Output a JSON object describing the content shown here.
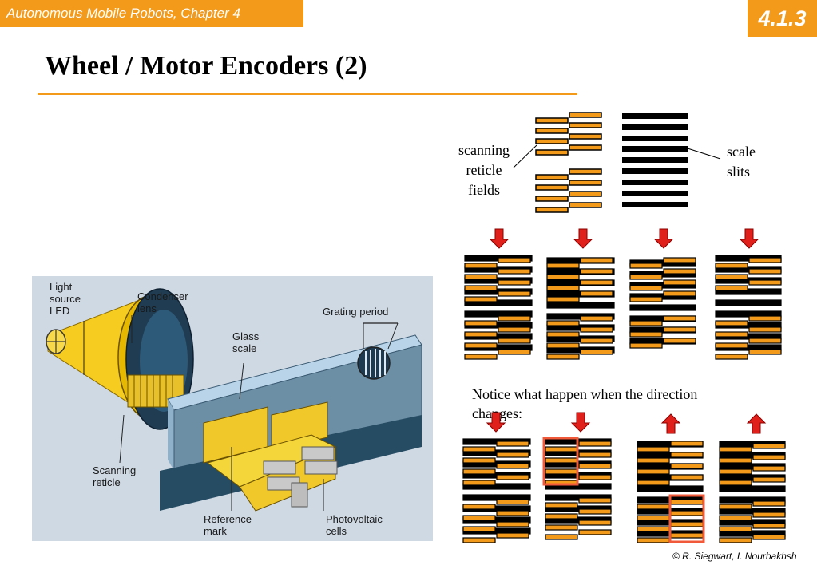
{
  "header": {
    "course": "Autonomous Mobile Robots, Chapter 4",
    "section": "4.1.3"
  },
  "slide": {
    "title": "Wheel / Motor Encoders (2)"
  },
  "illustration": {
    "labels": {
      "light_source_led": [
        "Light",
        "source",
        "LED"
      ],
      "condenser_lens": [
        "Condenser",
        "lens"
      ],
      "grating_period": [
        "Grating period"
      ],
      "glass_scale": [
        "Glass",
        "scale"
      ],
      "scanning_reticle": [
        "Scanning",
        "reticle"
      ],
      "reference_mark": [
        "Reference",
        "mark"
      ],
      "photovoltaic_cells": [
        "Photovoltaic",
        "cells"
      ]
    }
  },
  "diagram": {
    "scanning_reticle_fields": [
      "scanning",
      "reticle",
      "fields"
    ],
    "scale_slits": [
      "scale",
      "slits"
    ],
    "notice": "Notice what happen when the direction changes:",
    "row1_arrows": [
      "down",
      "down",
      "down",
      "down"
    ],
    "row2_arrows": [
      "down",
      "down",
      "up",
      "up"
    ],
    "colors": {
      "orange": "#f39a1a",
      "black": "#000000",
      "arrow_red": "#e0201a",
      "highlight": "#f05a3a"
    }
  },
  "footer": {
    "copyright": "© R. Siegwart, I. Nourbakhsh"
  }
}
